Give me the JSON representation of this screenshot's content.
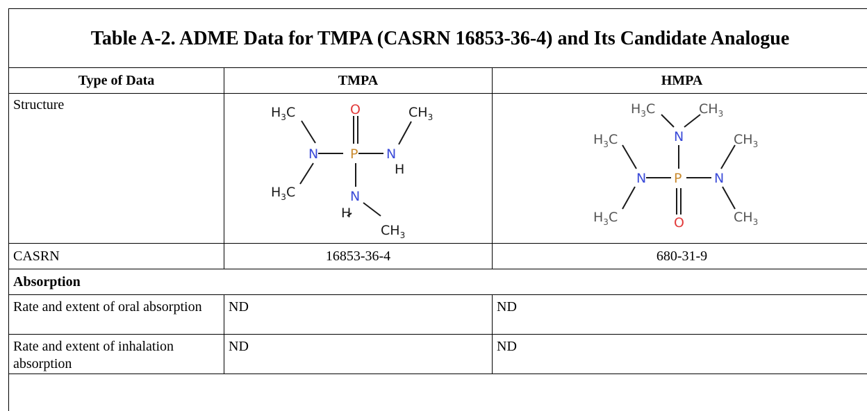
{
  "table": {
    "title": "Table A-2. ADME Data for TMPA (CASRN 16853-36-4) and Its Candidate Analogue",
    "headers": [
      "Type of Data",
      "TMPA",
      "HMPA"
    ],
    "structure_label": "Structure",
    "casrn_label": "CASRN",
    "casrn_values": [
      "16853-36-4",
      "680-31-9"
    ],
    "section_absorption": "Absorption",
    "rows": [
      {
        "label": "Rate and extent of oral absorption",
        "values": [
          "ND",
          "ND"
        ]
      },
      {
        "label": "Rate and extent of inhalation absorption",
        "values": [
          "ND",
          "ND"
        ]
      }
    ]
  },
  "structures": {
    "atom_labels": {
      "H": "H",
      "C": "C",
      "N": "N",
      "P": "P",
      "O": "O",
      "sub3": "3"
    },
    "colors": {
      "bond": "#1a1a1a",
      "N": "#3b4bd8",
      "P": "#c98a2e",
      "O": "#e23a3a",
      "tmpa_text": "#1a1a1a",
      "hmpa_text": "#555555"
    }
  }
}
